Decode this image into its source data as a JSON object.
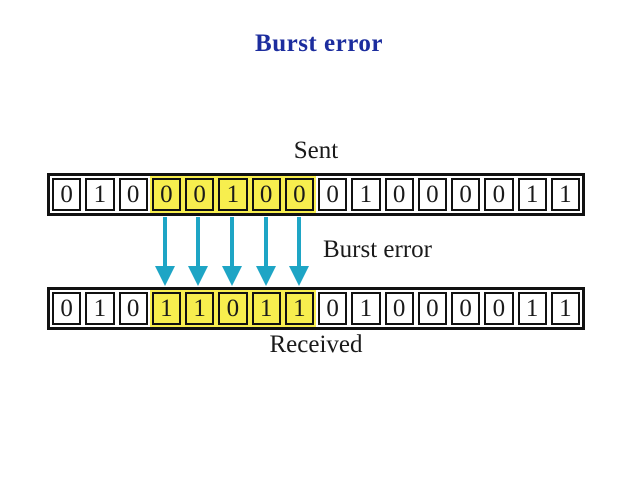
{
  "title": {
    "text": "Burst error",
    "color": "#1c2d9e"
  },
  "diagram": {
    "sent_label": "Sent",
    "received_label": "Received",
    "burst_label": "Burst error",
    "sent_bits": [
      "0",
      "1",
      "0",
      "0",
      "0",
      "1",
      "0",
      "0",
      "0",
      "1",
      "0",
      "0",
      "0",
      "0",
      "1",
      "1"
    ],
    "received_bits": [
      "0",
      "1",
      "0",
      "1",
      "1",
      "0",
      "1",
      "1",
      "0",
      "1",
      "0",
      "0",
      "0",
      "0",
      "1",
      "1"
    ],
    "highlight": {
      "start_index": 3,
      "end_index": 7,
      "color": "#f7ee4e"
    },
    "arrows": {
      "count": 5,
      "color": "#1ea5c5"
    }
  }
}
